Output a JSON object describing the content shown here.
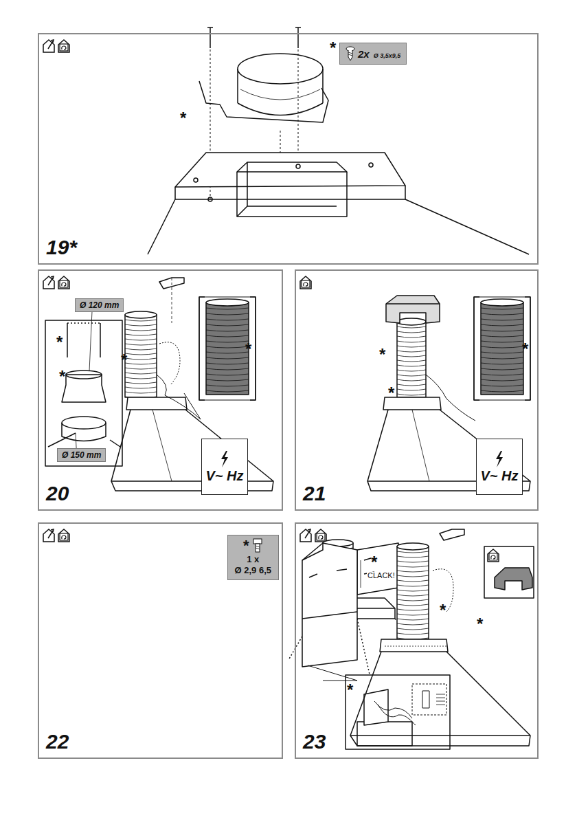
{
  "diagram": {
    "nodes": [
      {
        "text": [
          "19*"
        ]
      },
      {
        "text": [
          "2x",
          "Ø 3,5x9,5"
        ],
        "in": 0
      },
      {
        "text": [
          "20"
        ]
      },
      {
        "text": [
          "Ø 120 mm"
        ],
        "in": 2
      },
      {
        "text": [
          "Ø 150 mm"
        ],
        "in": 2
      },
      {
        "text": [
          "V~ Hz"
        ],
        "in": 2
      },
      {
        "text": [
          "21"
        ]
      },
      {
        "text": [
          "V~ Hz"
        ],
        "in": 6
      },
      {
        "text": [
          "22"
        ]
      },
      {
        "text": [
          "*",
          "1 x",
          "Ø 2,9 6,5"
        ],
        "in": 8
      },
      {
        "text": [
          "23"
        ]
      }
    ],
    "labels": [
      "*",
      "*",
      "*",
      "*",
      "*",
      "*",
      "*",
      "*",
      "*",
      "*",
      "CLACK!",
      "*",
      "*",
      "*"
    ]
  }
}
